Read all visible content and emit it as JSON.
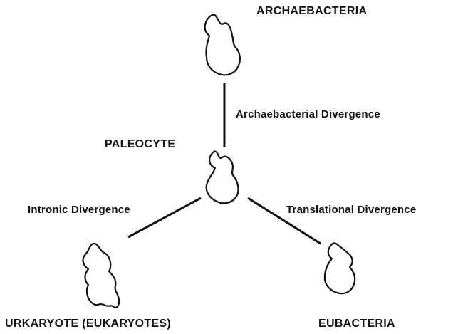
{
  "nodes": {
    "archaebacteria": "ARCHAEBACTERIA",
    "paleocyte": "PALEOCYTE",
    "urkaryote": "URKARYOTE (EUKARYOTES)",
    "eubacteria": "EUBACTERIA"
  },
  "edges": {
    "archaebacterial": "Archaebacterial Divergence",
    "intronic": "Intronic Divergence",
    "translational": "Translational Divergence"
  },
  "colors": {
    "ink": "#111111",
    "background": "#ffffff"
  }
}
